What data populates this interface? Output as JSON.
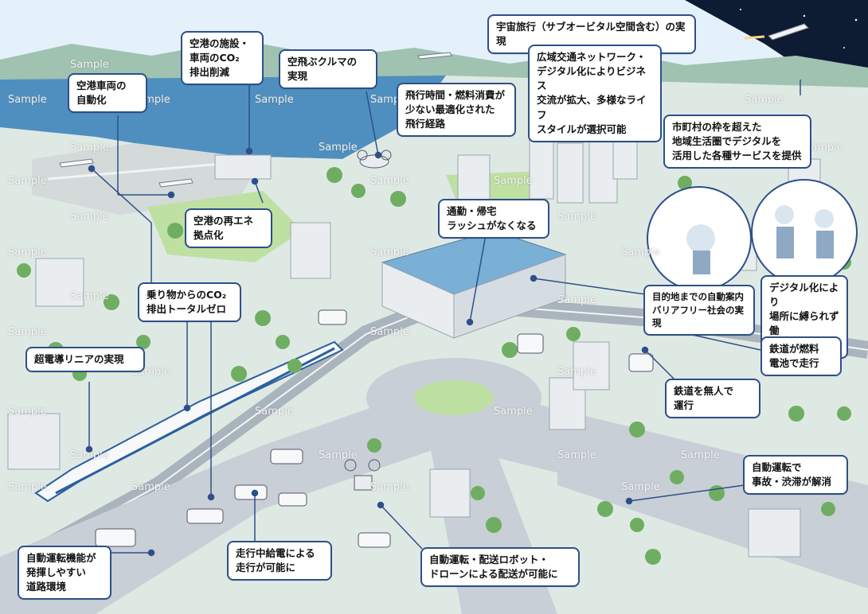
{
  "watermark": "Sample",
  "colors": {
    "callout_border": "#2d4f8a",
    "sea": "#4f8fbf",
    "sky": "#e4f1fb",
    "space": "#0d1b33",
    "grass": "#bfe0a3",
    "tree": "#6fae62",
    "road": "#c9cfd6",
    "building": "#e9edf0",
    "glass": "#7ab0d6"
  },
  "callouts": {
    "space_travel": "宇宙旅行（サブオービタル空間含む）の実現",
    "airport_co2": "空港の施設・\n車両のCO₂\n排出削減",
    "flying_car": "空飛ぶクルマの\n実現",
    "wide_network": "広域交通ネットワーク・\nデジタル化によりビジネス\n交流が拡大、多様なライフ\nスタイルが選択可能",
    "airport_vehicle_auto": "空港車両の\n自動化",
    "flight_route": "飛行時間・燃料消費が\n少ない最適化された\n飛行経路",
    "municipal_services": "市町村の枠を超えた\n地域生活圏でデジタルを\n活用した各種サービスを提供",
    "airport_renewable": "空港の再エネ\n拠点化",
    "rush_hour": "通勤・帰宅\nラッシュがなくなる",
    "barrier_free": "目的地までの自動案内\nバリアフリー社会の実現",
    "digital_work": "デジタル化により\n場所に縛られず働\nき暮らせる",
    "vehicle_co2_zero": "乗り物からのCO₂\n排出トータルゼロ",
    "maglev": "超電導リニアの実現",
    "fuel_cell_rail": "鉄道が燃料\n電池で走行",
    "unmanned_rail": "鉄道を無人で\n運行",
    "auto_drive_accident": "自動運転で\n事故・渋滞が解消",
    "road_environment": "自動運転機能が\n発揮しやすい\n道路環境",
    "wireless_charging": "走行中給電による\n走行が可能に",
    "delivery_robot": "自動運転・配送ロボット・\nドローンによる配送が可能に"
  }
}
